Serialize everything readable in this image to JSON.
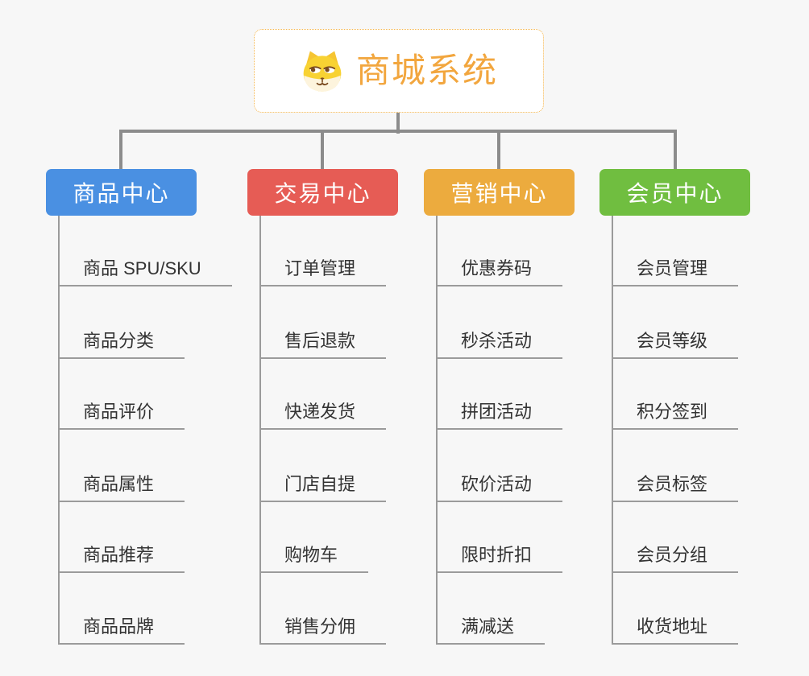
{
  "page": {
    "background_color": "#f7f7f7",
    "connector_color": "#8c8c8c",
    "item_line_color": "#9b9b9b",
    "item_text_color": "#333333"
  },
  "root": {
    "title": "商城系统",
    "icon": "dog-face-icon",
    "title_color": "#f2a63e",
    "border_color": "#f5b54b"
  },
  "branches": [
    {
      "label": "商品中心",
      "color": "#4a90e2",
      "items": [
        "商品 SPU/SKU",
        "商品分类",
        "商品评价",
        "商品属性",
        "商品推荐",
        "商品品牌"
      ]
    },
    {
      "label": "交易中心",
      "color": "#e65c55",
      "items": [
        "订单管理",
        "售后退款",
        "快递发货",
        "门店自提",
        "购物车",
        "销售分佣"
      ]
    },
    {
      "label": "营销中心",
      "color": "#ecab3e",
      "items": [
        "优惠券码",
        "秒杀活动",
        "拼团活动",
        "砍价活动",
        "限时折扣",
        "满减送"
      ]
    },
    {
      "label": "会员中心",
      "color": "#70be40",
      "items": [
        "会员管理",
        "会员等级",
        "积分签到",
        "会员标签",
        "会员分组",
        "收货地址"
      ]
    }
  ]
}
